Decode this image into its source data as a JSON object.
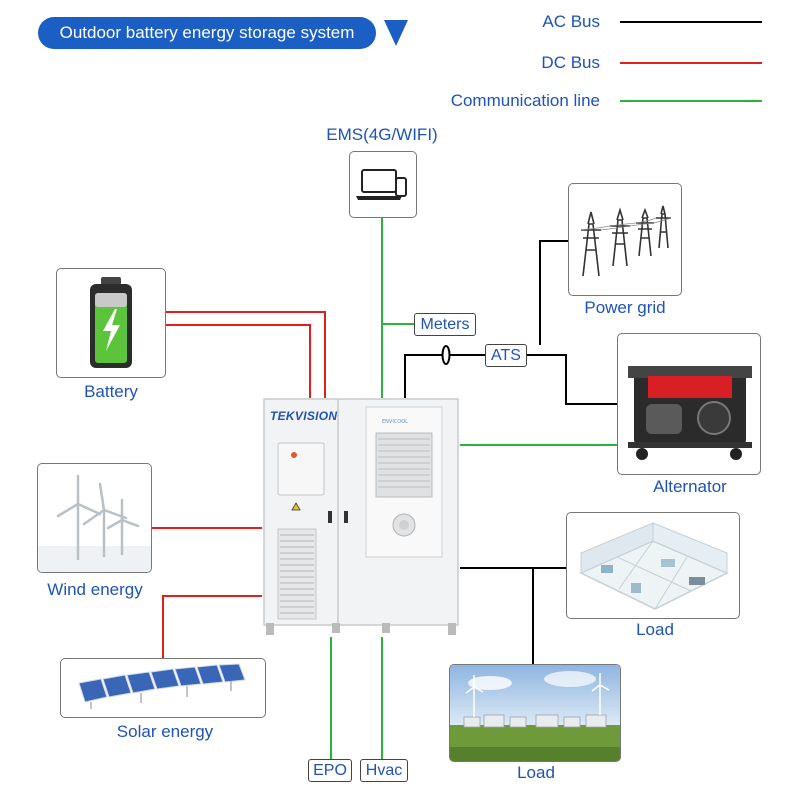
{
  "header": {
    "title": "Outdoor battery energy storage system"
  },
  "legend": [
    {
      "label": "AC Bus",
      "color": "#000000"
    },
    {
      "label": "DC Bus",
      "color": "#e0201e"
    },
    {
      "label": "Communication line",
      "color": "#2bb33c"
    }
  ],
  "nodes": {
    "ems": "EMS(4G/WIFI)",
    "battery": "Battery",
    "wind": "Wind energy",
    "solar": "Solar energy",
    "grid": "Power grid",
    "alternator": "Alternator",
    "load_building": "Load",
    "load_field": "Load"
  },
  "tags": {
    "meters": "Meters",
    "ats": "ATS",
    "epo": "EPO",
    "hvac": "Hvac"
  },
  "cabinet": {
    "brand": "TEKVISION"
  },
  "colors": {
    "accent": "#1b5fc4",
    "label_text": "#1e53b8",
    "ac": "#000000",
    "dc": "#e0201e",
    "comm": "#2bb33c"
  }
}
